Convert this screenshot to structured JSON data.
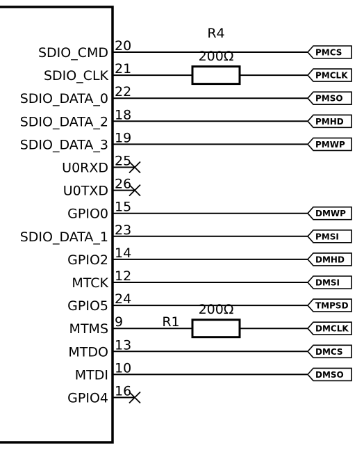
{
  "pins": [
    {
      "name": "SDIO_CMD",
      "number": "20",
      "net": "PMCS"
    },
    {
      "name": "SDIO_CLK",
      "number": "21",
      "net": "PMCLK"
    },
    {
      "name": "SDIO_DATA_0",
      "number": "22",
      "net": "PMSO"
    },
    {
      "name": "SDIO_DATA_2",
      "number": "18",
      "net": "PMHD"
    },
    {
      "name": "SDIO_DATA_3",
      "number": "19",
      "net": "PMWP"
    },
    {
      "name": "U0RXD",
      "number": "25",
      "net": ""
    },
    {
      "name": "U0TXD",
      "number": "26",
      "net": ""
    },
    {
      "name": "GPIO0",
      "number": "15",
      "net": "DMWP"
    },
    {
      "name": "SDIO_DATA_1",
      "number": "23",
      "net": "PMSI"
    },
    {
      "name": "GPIO2",
      "number": "14",
      "net": "DMHD"
    },
    {
      "name": "MTCK",
      "number": "12",
      "net": "DMSI"
    },
    {
      "name": "GPIO5",
      "number": "24",
      "net": "TMPSD"
    },
    {
      "name": "MTMS",
      "number": "9",
      "net": "DMCLK"
    },
    {
      "name": "MTDO",
      "number": "13",
      "net": "DMCS"
    },
    {
      "name": "MTDI",
      "number": "10",
      "net": "DMSO"
    },
    {
      "name": "GPIO4",
      "number": "16",
      "net": ""
    }
  ],
  "resistors": [
    {
      "ref": "R4",
      "value": "200Ω",
      "pin_index": 1
    },
    {
      "ref": "R1",
      "value": "200Ω",
      "pin_index": 12
    }
  ]
}
